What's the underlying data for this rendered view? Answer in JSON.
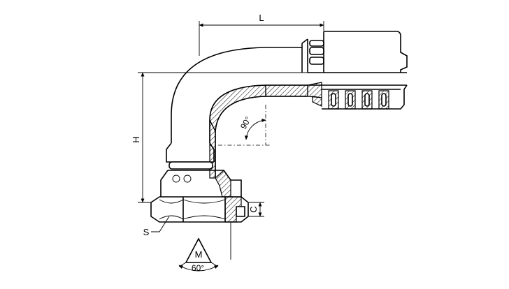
{
  "dimensions": {
    "length_label": "L",
    "height_label": "H",
    "nut_height_label": "C",
    "hex_size_label": "S"
  },
  "angles": {
    "bend_angle_label": "90°",
    "thread_angle_label": "60°"
  },
  "thread": {
    "type_label": "M"
  }
}
